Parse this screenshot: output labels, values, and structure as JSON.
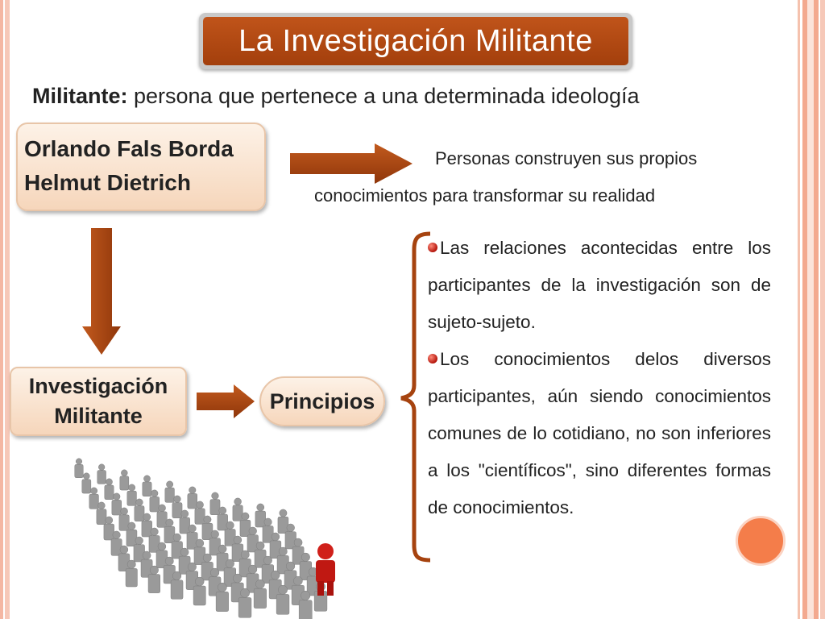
{
  "title": "La  Investigación Militante",
  "definition": {
    "term": "Militante:",
    "text": " persona que pertenece a una determinada ideología"
  },
  "authors": [
    "Orlando Fals Borda",
    "Helmut Dietrich"
  ],
  "description": {
    "line1": "Personas construyen sus propios",
    "line2": "conocimientos para transformar su realidad"
  },
  "investigacion": {
    "line1": "Investigación",
    "line2": "Militante"
  },
  "principios_label": "Principios",
  "principles": [
    "Las relaciones acontecidas entre los participantes de la investigación son de sujeto-sujeto.",
    "Los conocimientos delos diversos participantes, aún siendo conocimientos comunes de lo cotidiano, no son inferiores a los \"científicos\", sino diferentes formas de conocimientos."
  ],
  "colors": {
    "accent": "#a33f0c",
    "arrow": "#a6430f",
    "box_fill": "#f8e0cb",
    "deco_circle": "#f47d4a",
    "leader_figure": "#d0201a",
    "crowd_figure": "#9a9a9a"
  },
  "image": {
    "icon": "crowd-with-red-leader-figure"
  }
}
